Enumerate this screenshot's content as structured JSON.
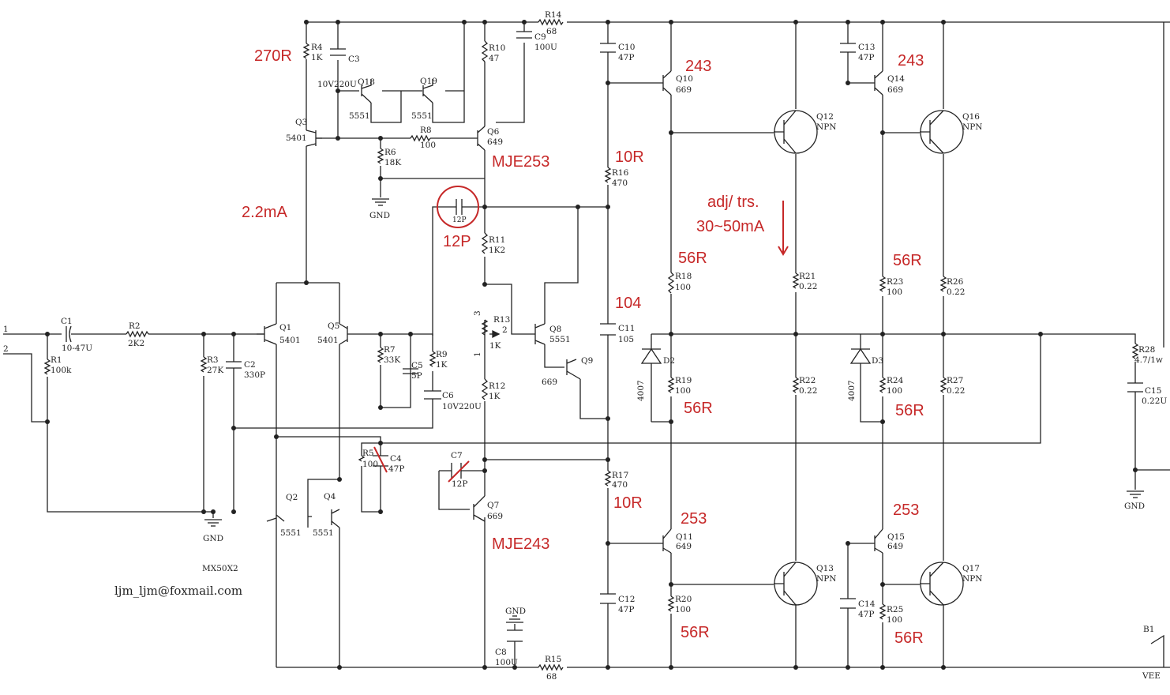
{
  "components": {
    "C1": {
      "ref": "C1",
      "val": "10-47U"
    },
    "R1": {
      "ref": "R1",
      "val": "100k"
    },
    "R2": {
      "ref": "R2",
      "val": "2K2"
    },
    "R3": {
      "ref": "R3",
      "val": "27K"
    },
    "C2": {
      "ref": "C2",
      "val": "330P"
    },
    "Q1": {
      "ref": "Q1",
      "val": "5401"
    },
    "Q5": {
      "ref": "Q5",
      "val": "5401"
    },
    "Q2": {
      "ref": "Q2",
      "val": "5551"
    },
    "Q4": {
      "ref": "Q4",
      "val": "5551"
    },
    "Q3": {
      "ref": "Q3",
      "val": "5401"
    },
    "R4": {
      "ref": "R4",
      "val": "1K"
    },
    "C3": {
      "ref": "C3",
      "val": "10V220U"
    },
    "Q18": {
      "ref": "Q18",
      "val": "5551"
    },
    "Q19": {
      "ref": "Q19",
      "val": "5551"
    },
    "R8": {
      "ref": "R8",
      "val": "100"
    },
    "R6": {
      "ref": "R6",
      "val": "18K"
    },
    "R10": {
      "ref": "R10",
      "val": "47"
    },
    "C9": {
      "ref": "C9",
      "val": "100U"
    },
    "R14": {
      "ref": "R14",
      "val": "68"
    },
    "Q6": {
      "ref": "Q6",
      "val": "649"
    },
    "C_miller": {
      "val": "12P"
    },
    "R11": {
      "ref": "R11",
      "val": "1K2"
    },
    "R13": {
      "ref": "R13",
      "val": "1K"
    },
    "R12": {
      "ref": "R12",
      "val": "1K"
    },
    "Q8": {
      "ref": "Q8",
      "val": "5551"
    },
    "Q9": {
      "ref": "Q9",
      "val": "669"
    },
    "R7": {
      "ref": "R7",
      "val": "33K"
    },
    "C5": {
      "ref": "C5",
      "val": "5P"
    },
    "R9": {
      "ref": "R9",
      "val": "1K"
    },
    "C6": {
      "ref": "C6",
      "val": "10V220U"
    },
    "R5": {
      "ref": "R5",
      "val": "100"
    },
    "C4": {
      "ref": "C4",
      "val": "47P"
    },
    "C7": {
      "ref": "C7",
      "val": "12P"
    },
    "Q7": {
      "ref": "Q7",
      "val": "669"
    },
    "C8": {
      "ref": "C8",
      "val": "100U"
    },
    "R15": {
      "ref": "R15",
      "val": "68"
    },
    "C10": {
      "ref": "C10",
      "val": "47P"
    },
    "R16": {
      "ref": "R16",
      "val": "470"
    },
    "C11": {
      "ref": "C11",
      "val": "105"
    },
    "R17": {
      "ref": "R17",
      "val": "470"
    },
    "C12": {
      "ref": "C12",
      "val": "47P"
    },
    "Q10": {
      "ref": "Q10",
      "val": "669"
    },
    "Q11": {
      "ref": "Q11",
      "val": "649"
    },
    "Q12": {
      "ref": "Q12",
      "val": "NPN"
    },
    "Q13": {
      "ref": "Q13",
      "val": "NPN"
    },
    "Q14": {
      "ref": "Q14",
      "val": "669"
    },
    "Q15": {
      "ref": "Q15",
      "val": "649"
    },
    "Q16": {
      "ref": "Q16",
      "val": "NPN"
    },
    "Q17": {
      "ref": "Q17",
      "val": "NPN"
    },
    "C13": {
      "ref": "C13",
      "val": "47P"
    },
    "C14": {
      "ref": "C14",
      "val": "47P"
    },
    "R18": {
      "ref": "R18",
      "val": "100"
    },
    "R19": {
      "ref": "R19",
      "val": "100"
    },
    "R20": {
      "ref": "R20",
      "val": "100"
    },
    "R21": {
      "ref": "R21",
      "val": "0.22"
    },
    "R22": {
      "ref": "R22",
      "val": "0.22"
    },
    "R23": {
      "ref": "R23",
      "val": "100"
    },
    "R24": {
      "ref": "R24",
      "val": "100"
    },
    "R25": {
      "ref": "R25",
      "val": "100"
    },
    "R26": {
      "ref": "R26",
      "val": "0.22"
    },
    "R27": {
      "ref": "R27",
      "val": "0.22"
    },
    "D2": {
      "ref": "D2",
      "val": "4007"
    },
    "D3": {
      "ref": "D3",
      "val": "4007"
    },
    "R28": {
      "ref": "R28",
      "val": "4.7/1w"
    },
    "C15": {
      "ref": "C15",
      "val": "0.22U"
    },
    "B1": {
      "ref": "B1"
    }
  },
  "labels": {
    "gnd": "GND",
    "vee": "VEE",
    "pin1": "1",
    "pin2": "2",
    "pin3": "3",
    "pot_wiper": "2",
    "pot_end": "1",
    "model": "MX50X2",
    "email": "ljm_ljm@foxmail.com"
  },
  "annotations": {
    "r270": "270R",
    "ma22": "2.2mA",
    "mje253": "MJE253",
    "mje243": "MJE243",
    "p12": "12P",
    "r10a": "10R",
    "r10b": "10R",
    "v104": "104",
    "adj1": "adj/ trs.",
    "adj2": "30~50mA",
    "t243a": "243",
    "t243b": "243",
    "t253a": "253",
    "t253b": "253",
    "r56a": "56R",
    "r56b": "56R",
    "r56c": "56R",
    "r56d": "56R",
    "r56e": "56R",
    "r56f": "56R"
  },
  "colors": {
    "wire": "#222222",
    "annotation": "#c62828",
    "background": "#ffffff"
  }
}
